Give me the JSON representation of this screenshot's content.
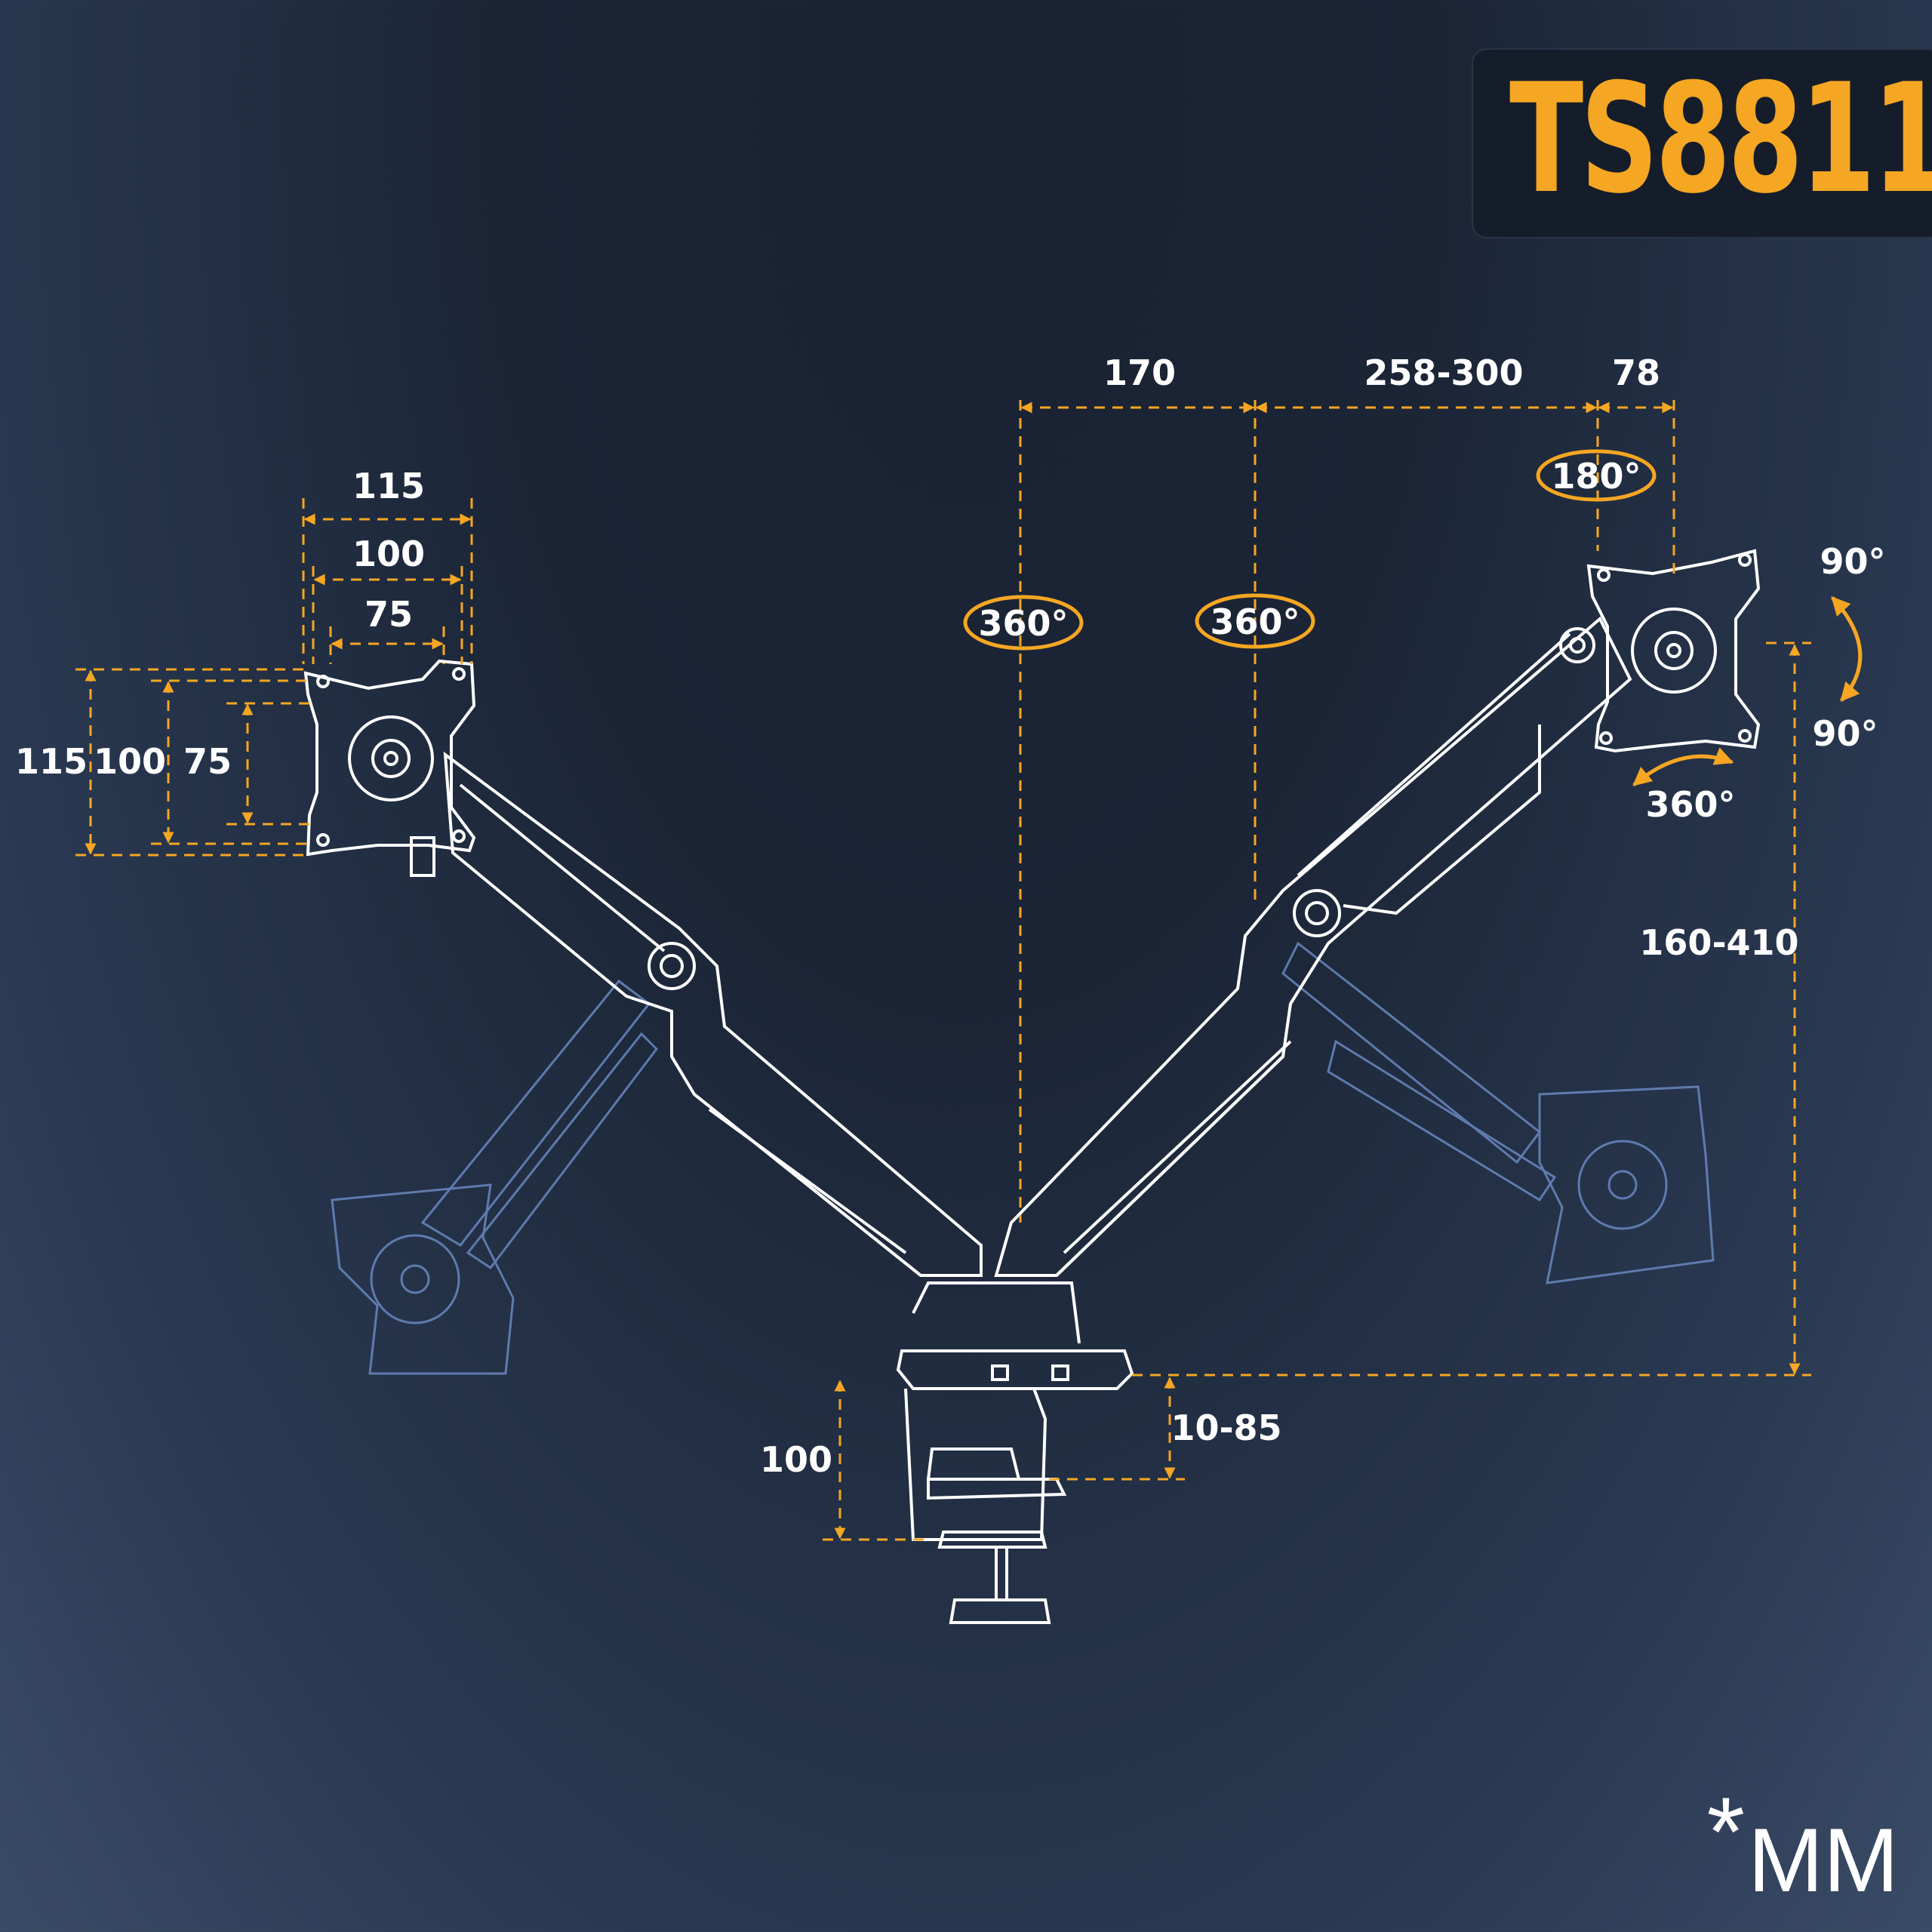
{
  "model": "TS8811",
  "unit_note": {
    "asterisk": "*",
    "unit": "MM"
  },
  "colors": {
    "accent": "#f5a623",
    "line": "#ffffff",
    "ghost": "#6a88c0",
    "background": "#1c2637"
  },
  "dimensions": {
    "vesa_width_outer": "115",
    "vesa_width_mid": "100",
    "vesa_width_inner": "75",
    "vesa_height_outer": "115",
    "vesa_height_mid": "100",
    "vesa_height_inner": "75",
    "pole_offset": "170",
    "arm_extension": "258-300",
    "plate_depth": "78",
    "height_range": "160-410",
    "clamp_height": "100",
    "clamp_opening": "10-85"
  },
  "rotations": {
    "base_left": "360°",
    "base_right": "360°",
    "head_swivel": "180°",
    "tilt_up": "90°",
    "tilt_down": "90°",
    "plate_rotate": "360°"
  }
}
